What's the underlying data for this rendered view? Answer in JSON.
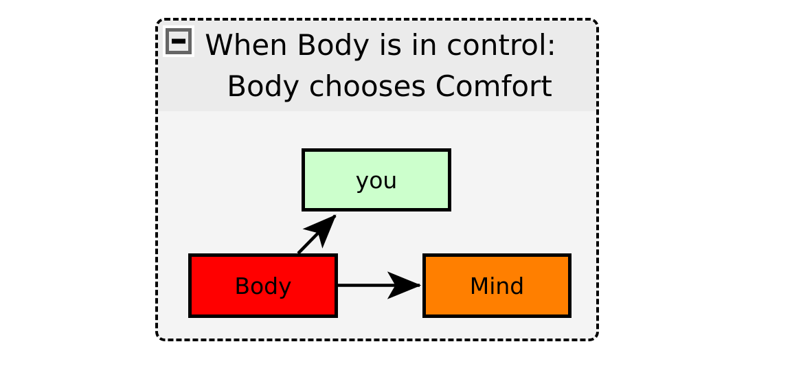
{
  "diagram": {
    "type": "flowchart",
    "group": {
      "title_line1": "When Body is in control:",
      "title_line2": "Body chooses Comfort",
      "collapse_button": "−",
      "collapse_icon_name": "minus-icon",
      "header_color": "#ebebeb",
      "body_color": "#f4f4f4",
      "border_style": "dashed",
      "border_color": "#000000"
    },
    "nodes": [
      {
        "id": "you",
        "label": "you",
        "color": "#ccffcc",
        "border": "#000000"
      },
      {
        "id": "body",
        "label": "Body",
        "color": "#ff0000",
        "border": "#000000"
      },
      {
        "id": "mind",
        "label": "Mind",
        "color": "#ff7f00",
        "border": "#000000"
      }
    ],
    "edges": [
      {
        "from": "body",
        "to": "you",
        "label": "",
        "style": "solid-arrow",
        "color": "#000000"
      },
      {
        "from": "body",
        "to": "mind",
        "label": "",
        "style": "solid-arrow",
        "color": "#000000"
      }
    ]
  }
}
